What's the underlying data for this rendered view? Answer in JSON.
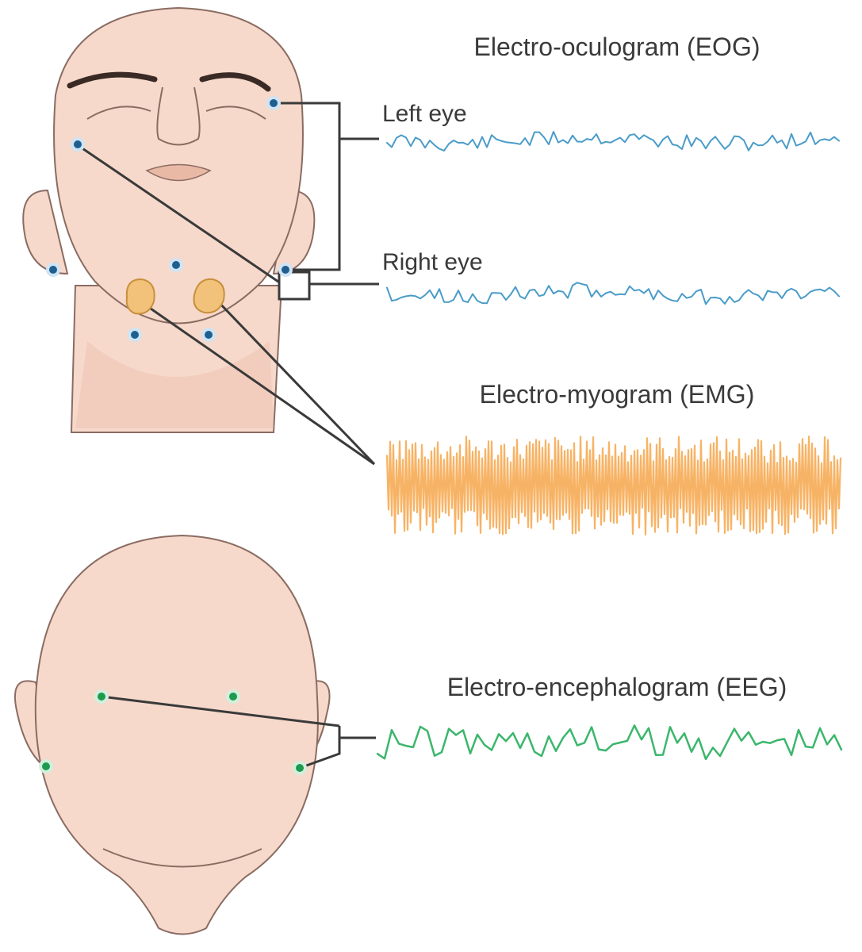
{
  "labels": {
    "eog_title": "Electro-oculogram (EOG)",
    "left_eye": "Left eye",
    "right_eye": "Right eye",
    "emg_title": "Electro-myogram (EMG)",
    "eeg_title": "Electro-encephalogram (EEG)"
  },
  "colors": {
    "eog": "#4a9cc9",
    "emg": "#f7b365",
    "eeg": "#3cb66c",
    "eog_electrode": "#1f5f8f",
    "eeg_electrode": "#1e9a4f",
    "emg_electrode": "#f2c27a"
  },
  "traces": {
    "left_eye": {
      "channel": "EOG",
      "color_key": "eog"
    },
    "right_eye": {
      "channel": "EOG",
      "color_key": "eog"
    },
    "emg": {
      "channel": "EMG",
      "color_key": "emg"
    },
    "eeg": {
      "channel": "EEG",
      "color_key": "eeg"
    }
  }
}
